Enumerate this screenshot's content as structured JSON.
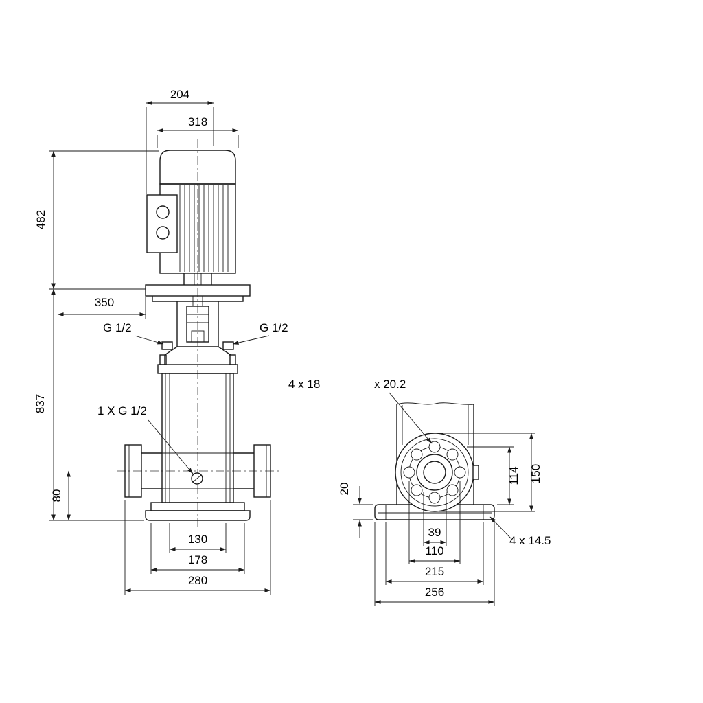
{
  "drawing": {
    "description": "dimensional line drawing of a vertical multistage centrifugal pump, front view and base/flange side view",
    "colors": {
      "line": "#1a1a1a",
      "background": "#ffffff"
    },
    "labels": {
      "dim_204": "204",
      "dim_318": "318",
      "dim_482": "482",
      "dim_350": "350",
      "dim_837": "837",
      "port_left": "G 1/2",
      "port_right": "G 1/2",
      "drain": "1 X G 1/2",
      "dim_80": "80",
      "dim_130": "130",
      "dim_178": "178",
      "dim_280": "280",
      "holes_flange_a": "4 x 18",
      "holes_flange_b": "x 20.2",
      "dim_20": "20",
      "dim_114": "114",
      "dim_150": "150",
      "dim_39": "39",
      "dim_110": "110",
      "dim_215": "215",
      "dim_256": "256",
      "holes_base": "4 x 14.5"
    }
  }
}
